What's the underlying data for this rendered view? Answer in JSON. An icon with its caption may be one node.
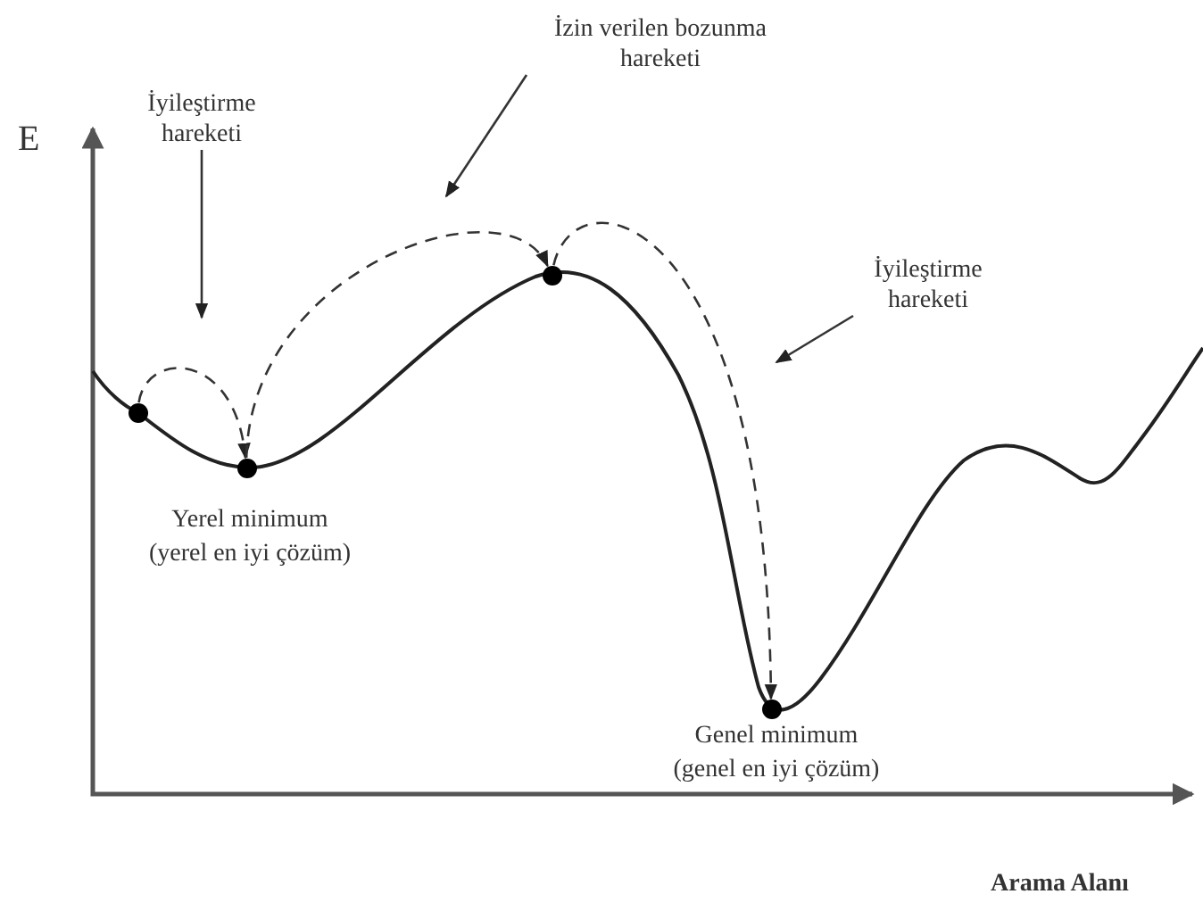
{
  "diagram": {
    "nodes": [
      {
        "text": [
          "İyileştirme hareketi"
        ]
      },
      {
        "text": [
          "İzin verilen bozunma hareketi"
        ]
      },
      {
        "text": [
          "İyileştirme hareketi"
        ]
      },
      {
        "text": [],
        "shape": "circle"
      },
      {
        "text": [],
        "shape": "circle",
        "beside": [
          "Yerel minimum",
          "(yerel en iyi çözüm)"
        ]
      },
      {
        "text": [],
        "shape": "circle"
      },
      {
        "text": [],
        "shape": "circle",
        "beside": [
          "Genel minimum",
          "(genel en iyi çözüm)"
        ]
      }
    ],
    "edges": [
      {
        "from": 3,
        "to": 4,
        "arrow": "to",
        "style": "dashed"
      },
      {
        "from": 4,
        "to": 5,
        "arrow": "to",
        "style": "dashed"
      },
      {
        "from": 5,
        "to": 6,
        "arrow": "to",
        "style": "dashed"
      },
      {
        "from": 0,
        "to": null,
        "arrow": "to"
      },
      {
        "from": 1,
        "to": null,
        "arrow": "to"
      },
      {
        "from": 2,
        "to": null,
        "arrow": "to"
      }
    ],
    "labels": [
      "E",
      "Arama Alanı"
    ]
  }
}
